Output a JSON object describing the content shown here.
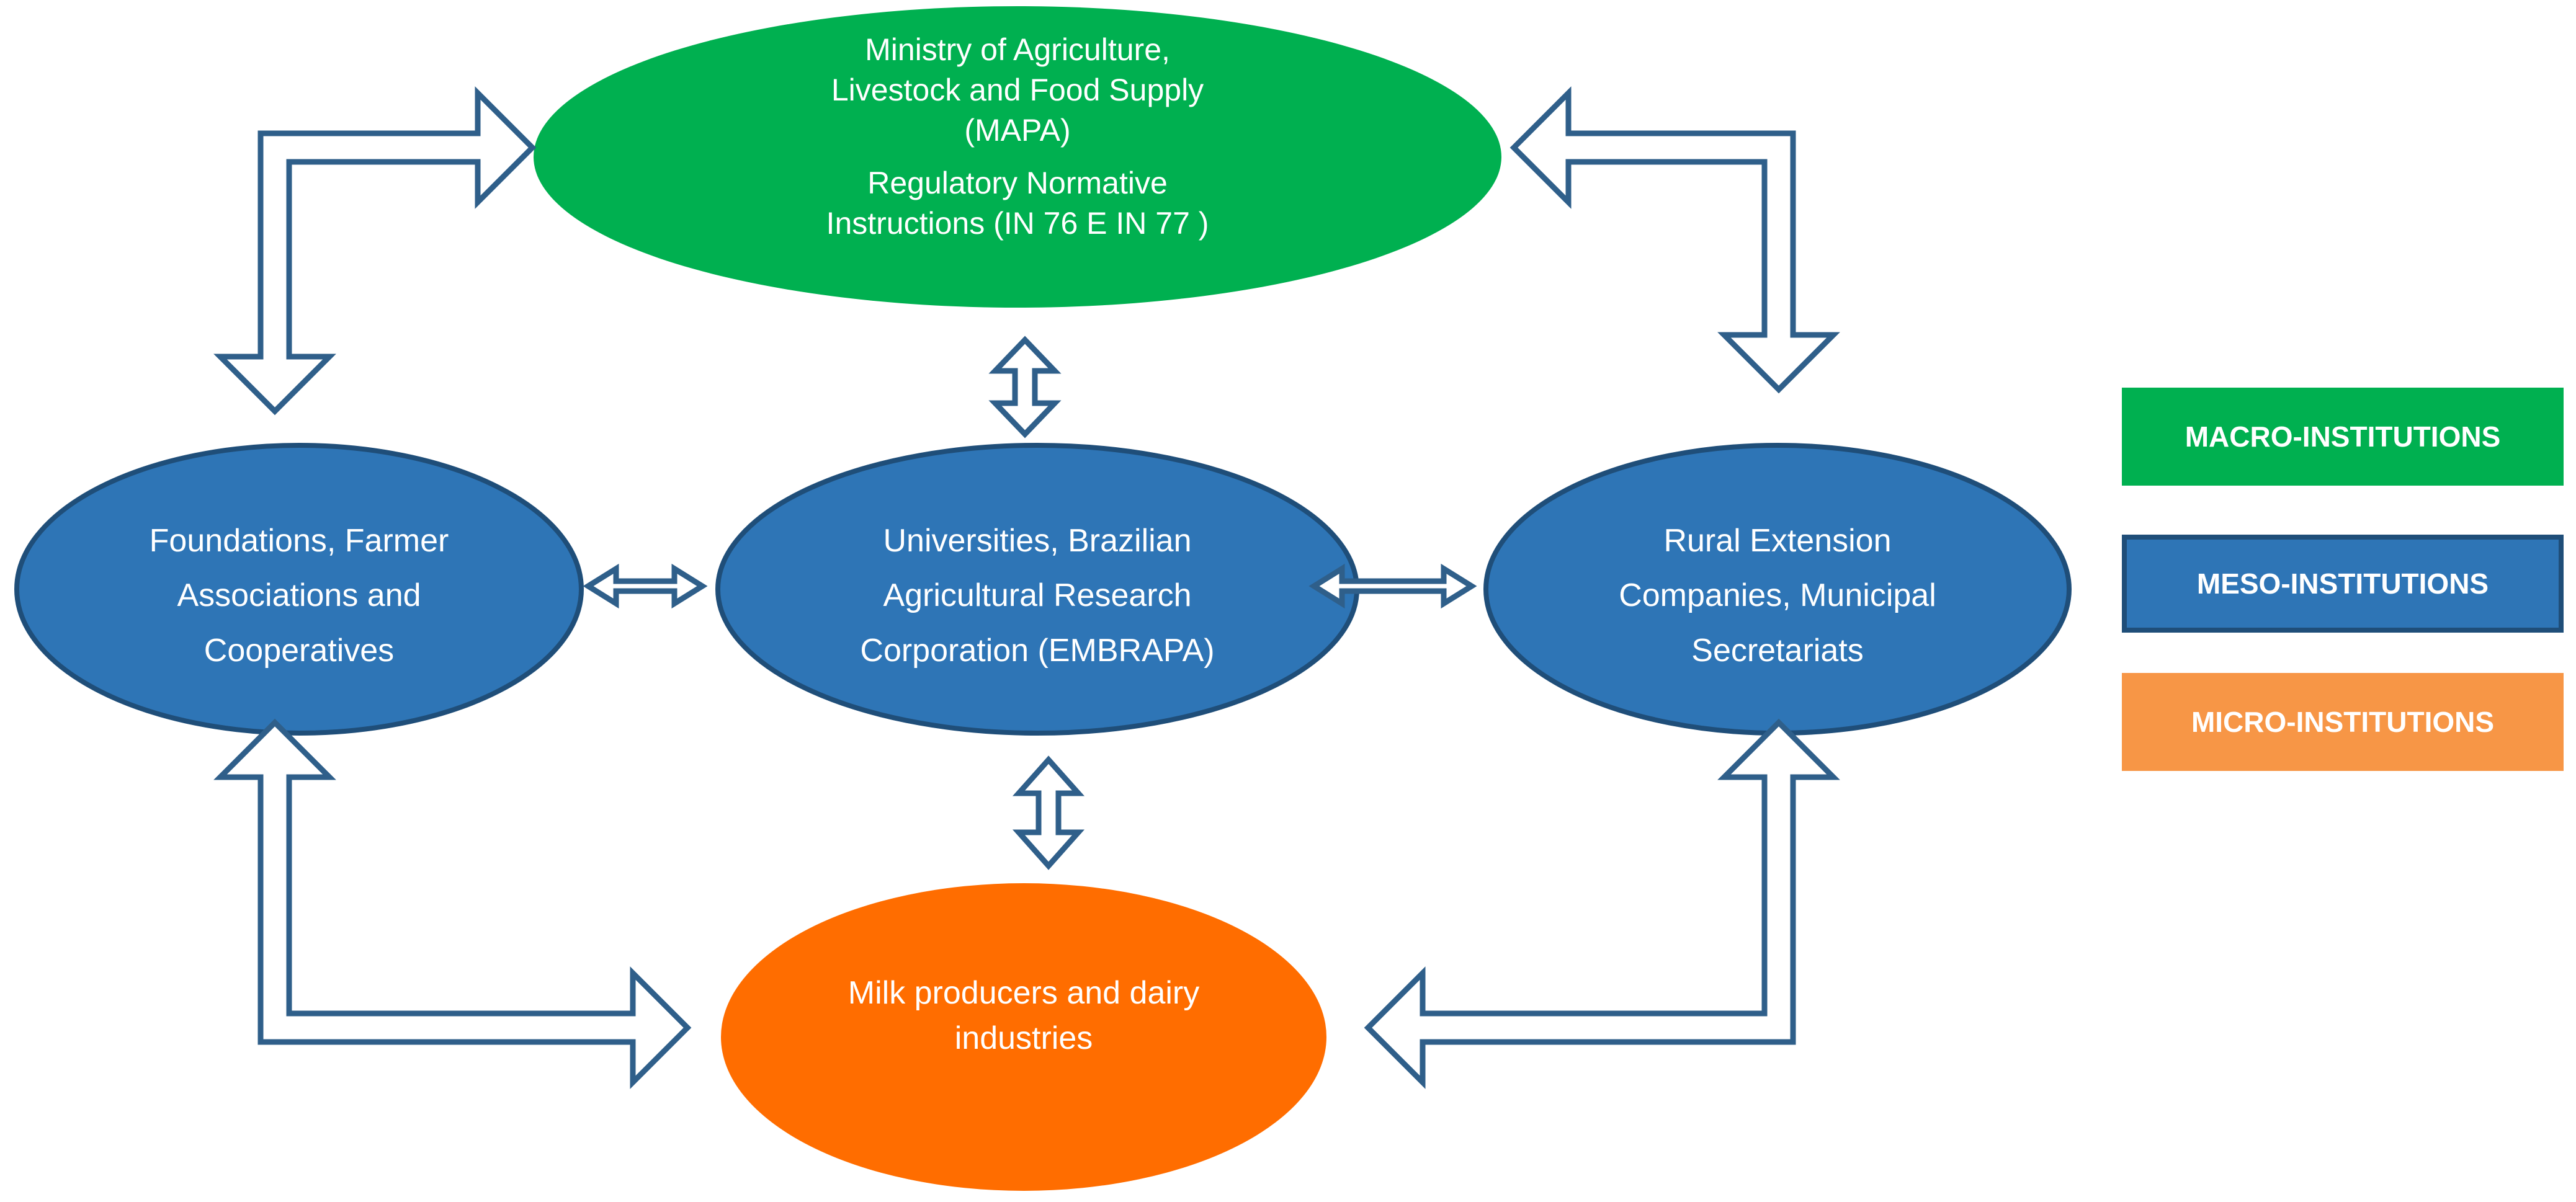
{
  "nodes": {
    "mapa": {
      "lines": [
        "Ministry of Agriculture,",
        "Livestock and Food Supply",
        "(MAPA)"
      ],
      "sub_lines": [
        "Regulatory Normative",
        "Instructions  (IN 76 E IN 77 )"
      ],
      "color": "#00B050"
    },
    "foundations": {
      "lines": [
        "Foundations, Farmer",
        "Associations and",
        "Cooperatives"
      ],
      "color": "#2E75B6"
    },
    "universities": {
      "lines": [
        "Universities, Brazilian",
        "Agricultural Research",
        "Corporation (EMBRAPA)"
      ],
      "color": "#2E75B6"
    },
    "rural": {
      "lines": [
        "Rural Extension",
        "Companies, Municipal",
        "Secretariats"
      ],
      "color": "#2E75B6"
    },
    "milk": {
      "lines": [
        "Milk producers and dairy",
        "industries"
      ],
      "color": "#FF6D00"
    }
  },
  "legend": [
    {
      "label": "MACRO-INSTITUTIONS",
      "color": "#00B050"
    },
    {
      "label": "MESO-INSTITUTIONS",
      "color": "#2E75B6"
    },
    {
      "label": "MICRO-INSTITUTIONS",
      "color": "#F79646"
    }
  ],
  "colors": {
    "arrow_stroke": "#2F5F8A",
    "arrow_fill": "#ffffff",
    "ellipse_border": "#1F4E79"
  }
}
